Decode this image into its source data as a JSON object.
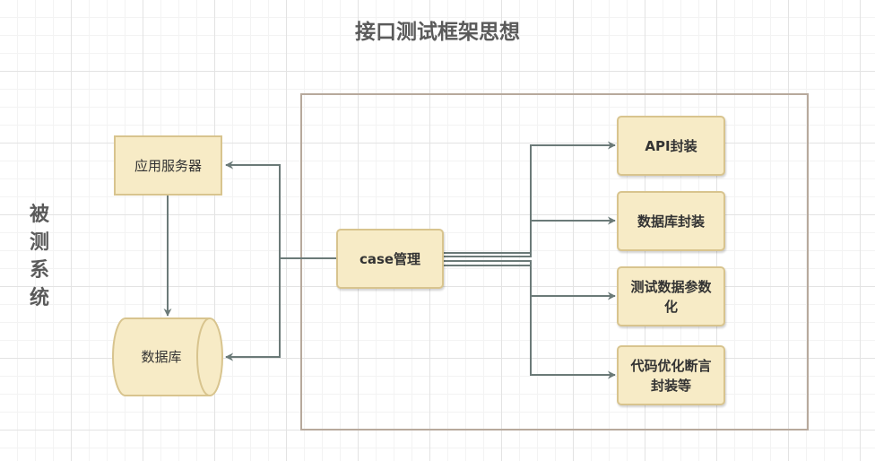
{
  "title": "接口测试框架思想",
  "side_label": "被测系统",
  "nodes": {
    "app_server": "应用服务器",
    "database": "数据库",
    "case_mgmt": "case管理",
    "api_wrap": "API封装",
    "db_wrap": "数据库封装",
    "param": "测试数据参数化",
    "code_opt": "代码优化断言封装等"
  },
  "colors": {
    "node_fill": "#f7ebc6",
    "node_border": "#d8c48e",
    "edge": "#6b7a78",
    "container_border": "#b7a99c"
  }
}
